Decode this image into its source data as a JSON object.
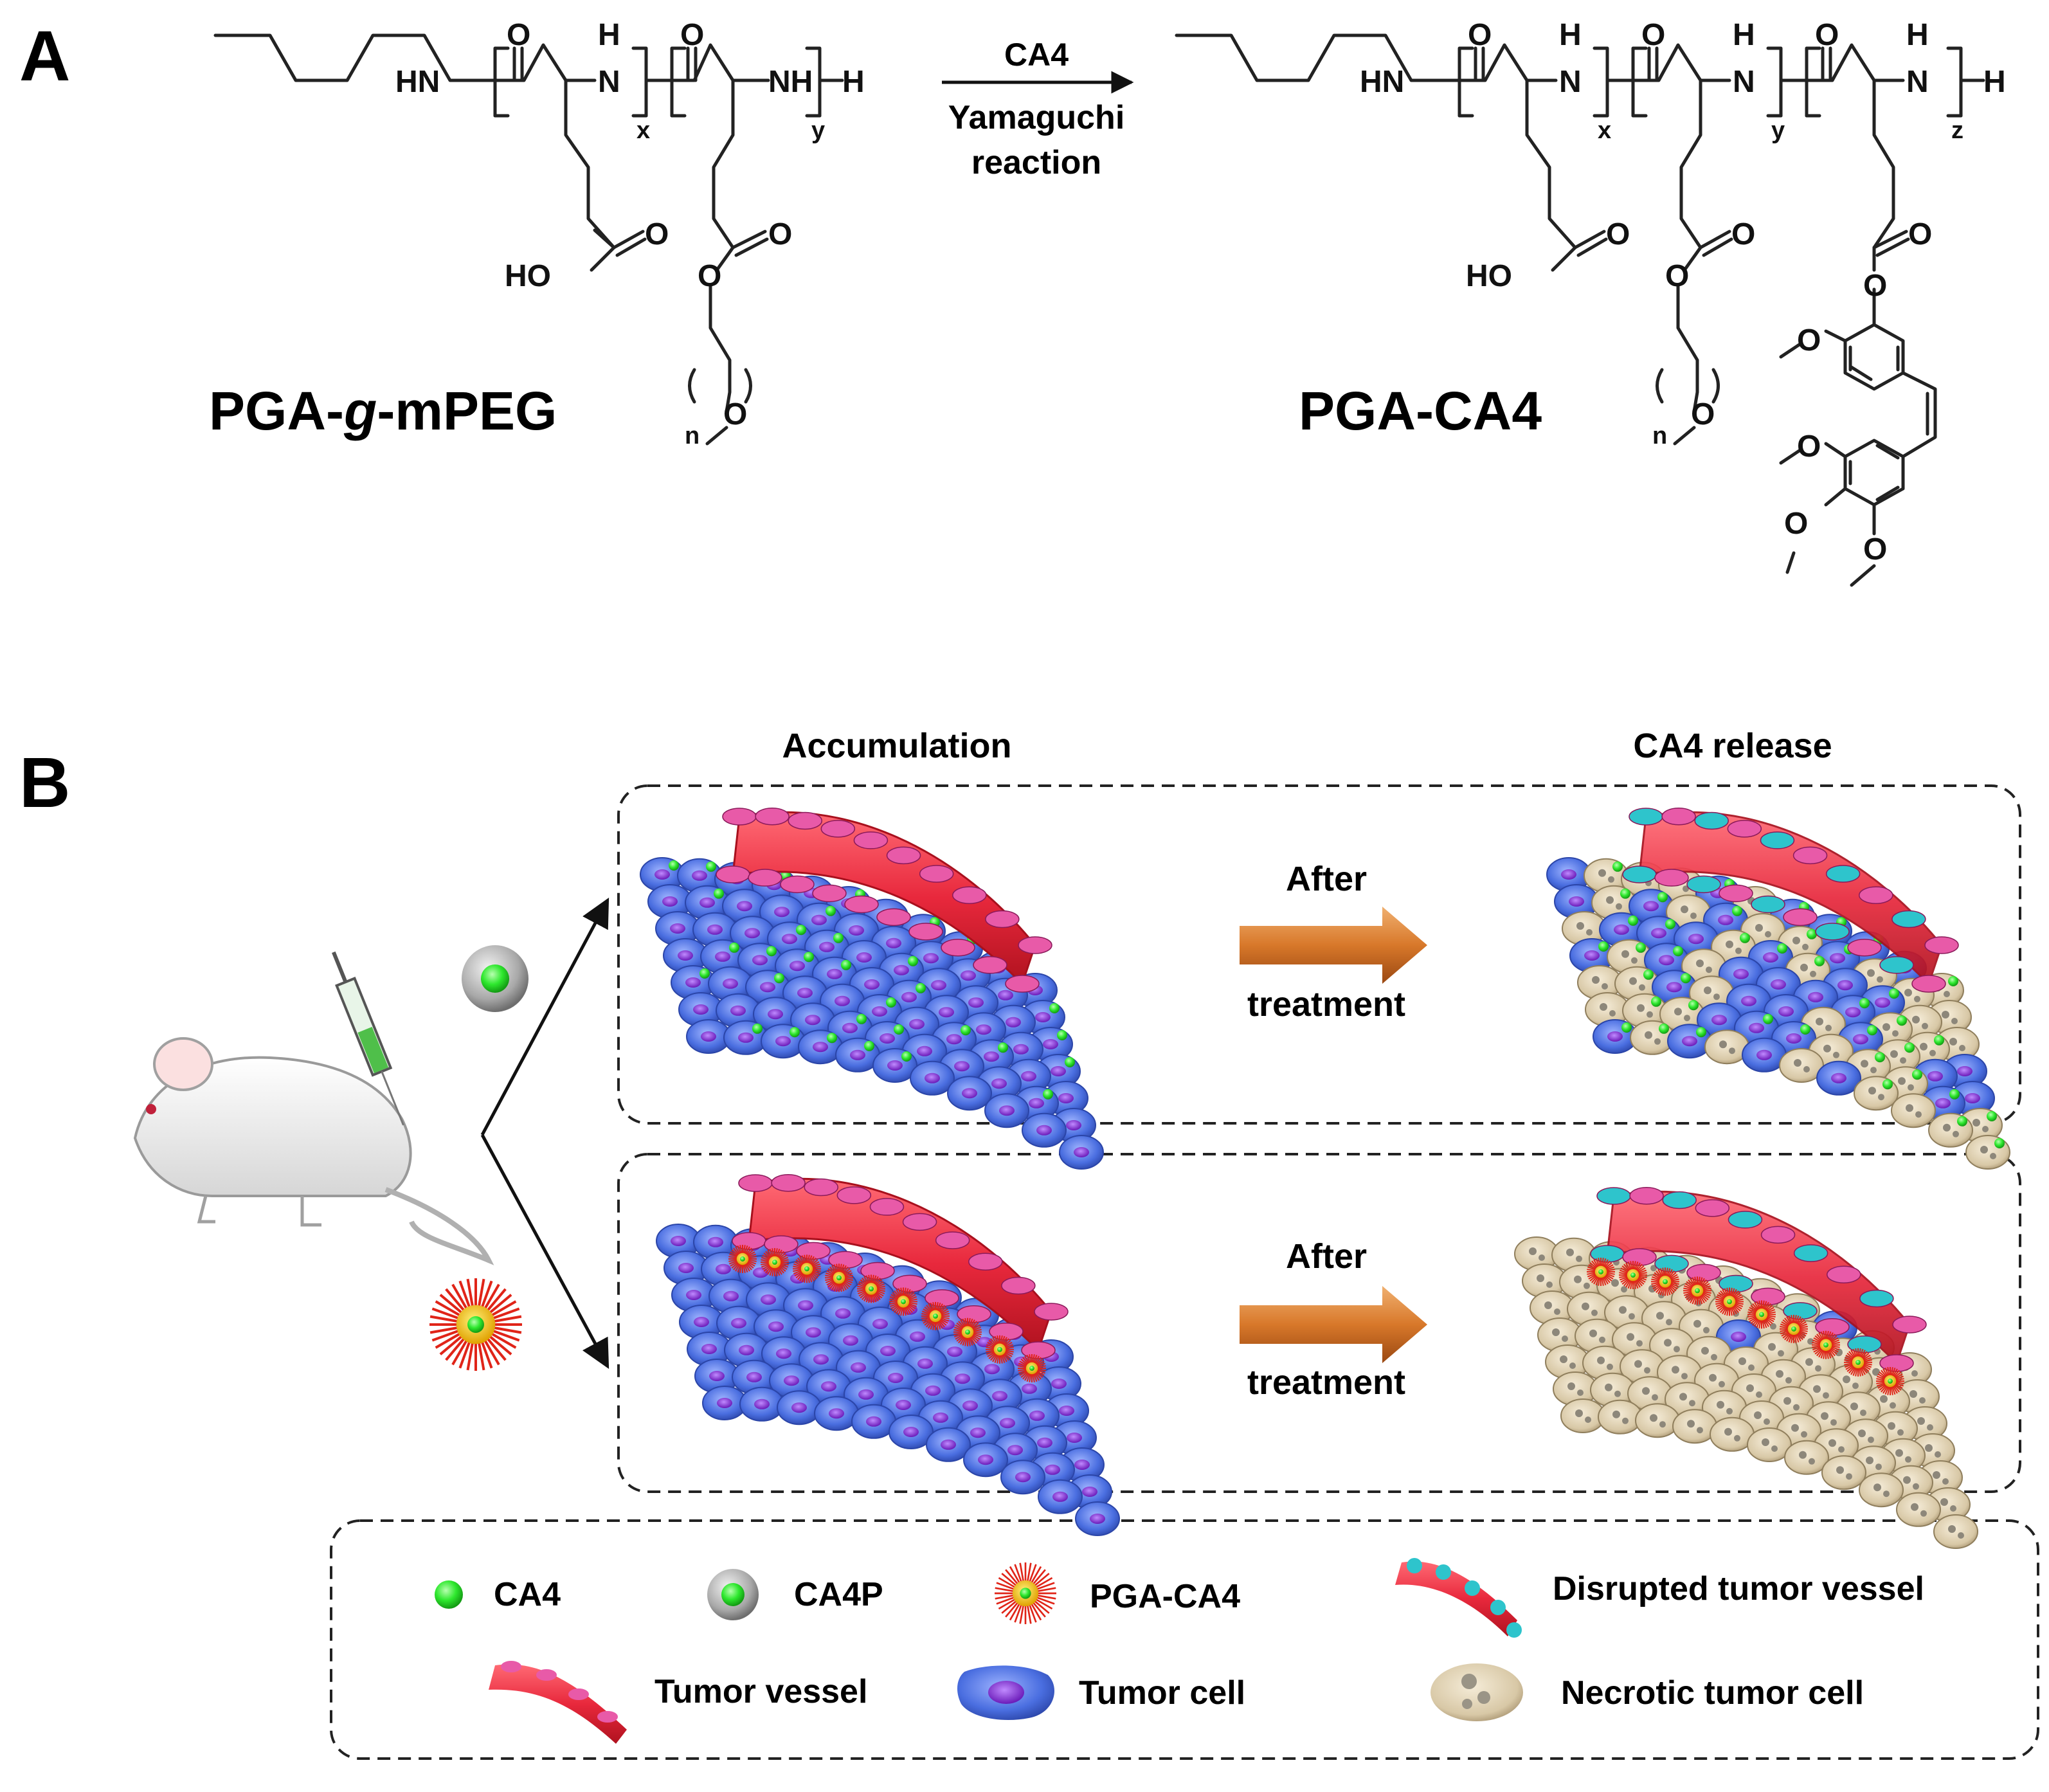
{
  "panel_a": {
    "label": "A",
    "reagent": "CA4",
    "condition_line1": "Yamaguchi",
    "condition_line2": "reaction",
    "reactant_name_prefix": "PGA-",
    "reactant_name_italic": "g",
    "reactant_name_suffix": "-mPEG",
    "product_name": "PGA-CA4",
    "atoms": {
      "hn": "HN",
      "n": "N",
      "h": "H",
      "nh": "NH",
      "o": "O",
      "ho": "HO",
      "sub_x": "x",
      "sub_y": "y",
      "sub_z": "z",
      "sub_n": "n"
    }
  },
  "panel_b": {
    "label": "B",
    "stage_accumulation": "Accumulation",
    "stage_release": "CA4 release",
    "arrow_top_line1": "After",
    "arrow_top_line2": "treatment",
    "arrow_bottom_line1": "After",
    "arrow_bottom_line2": "treatment"
  },
  "legend": {
    "ca4": "CA4",
    "ca4p": "CA4P",
    "pga_ca4": "PGA-CA4",
    "disrupted_vessel": "Disrupted tumor vessel",
    "tumor_vessel": "Tumor vessel",
    "tumor_cell": "Tumor cell",
    "necrotic_cell": "Necrotic tumor cell"
  },
  "colors": {
    "ca4_green": "#2ee82e",
    "vessel_red": "#e8283c",
    "endothelial_pink": "#e85aa8",
    "disrupted_cyan": "#2ec4cc",
    "tumor_blue": "#4a6ee0",
    "nucleus_purple": "#8a3ad0",
    "necrotic_beige": "#d8c8a6",
    "micelle_red": "#e02418",
    "arrow_orange": "#d8782a"
  }
}
